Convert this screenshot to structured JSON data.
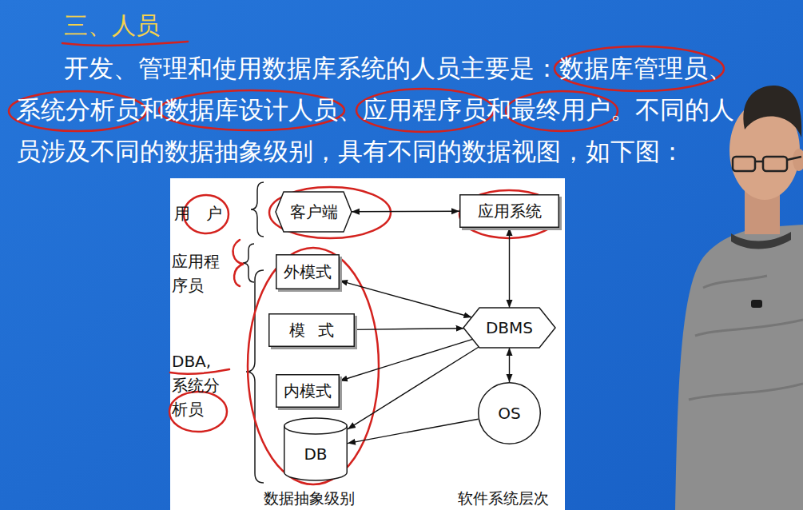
{
  "diagram": {
    "title": "三、人员",
    "nodes": [
      {
        "text": [
          "客户端"
        ]
      },
      {
        "text": [
          "应用系统"
        ]
      },
      {
        "text": [
          "外模式"
        ]
      },
      {
        "text": [
          "模式"
        ]
      },
      {
        "text": [
          "内模式"
        ]
      },
      {
        "text": [
          "DB"
        ]
      },
      {
        "text": [
          "DBMS"
        ]
      },
      {
        "text": [
          "OS"
        ]
      }
    ],
    "edges": [
      {
        "from": 0,
        "to": 1,
        "arrow": "both"
      },
      {
        "from": 1,
        "to": 6,
        "arrow": "both"
      },
      {
        "from": 2,
        "to": 6,
        "arrow": "both"
      },
      {
        "from": 3,
        "to": 6,
        "arrow": "to"
      },
      {
        "from": 6,
        "to": 4,
        "arrow": "to"
      },
      {
        "from": 6,
        "to": 5,
        "arrow": "to"
      },
      {
        "from": 6,
        "to": 7,
        "arrow": "both"
      },
      {
        "from": 7,
        "to": 5,
        "arrow": "to"
      }
    ],
    "labels": [
      "开发、管理和使用数据库系统的人员主要是：数据库管理员、系统分析员和数据库设计人员、应用程序员和最终用户。不同的人员涉及不同的数据抽象级别，具有不同的数据视图，如下图：",
      "用户",
      "应用程序员",
      "DBA,系统分析员",
      "数据抽象级别",
      "软件系统层次"
    ]
  }
}
